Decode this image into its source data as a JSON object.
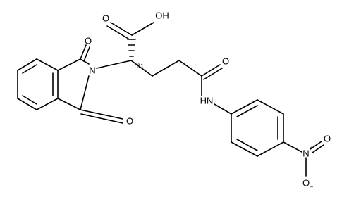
{
  "molecule": {
    "atoms": {
      "carboxyl_oh": "OH",
      "carboxyl_o": "O",
      "imide_n": "N",
      "imide_o_top": "O",
      "imide_o_bottom": "O",
      "amide_o": "O",
      "amide_nh": "HN",
      "nitro_n": "N",
      "nitro_o_top": "O",
      "nitro_o_bottom": "O"
    },
    "stereo_label": "&1",
    "stereo_charges": {
      "nitro_n": "+",
      "nitro_o_bottom": "−"
    }
  },
  "colors": {
    "bonds": "#000000",
    "labels": "#000000",
    "background": "#ffffff"
  }
}
